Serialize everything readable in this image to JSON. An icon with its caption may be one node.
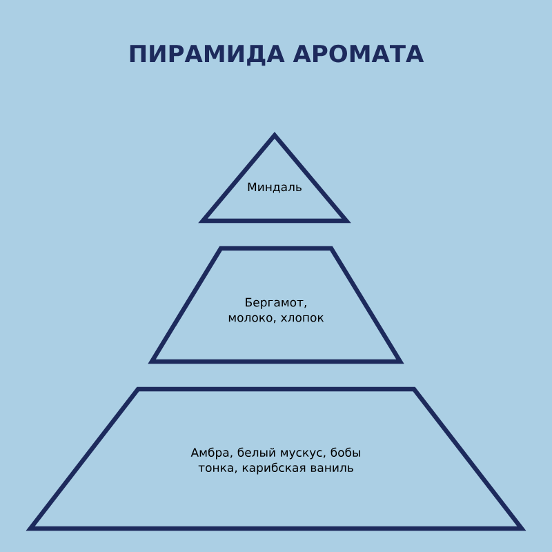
{
  "diagram": {
    "title": "ПИРАМИДА АРОМАТА",
    "nodes": [
      {
        "text": [
          "Миндаль"
        ]
      },
      {
        "text": [
          "Бергамот, молоко, хлопок"
        ]
      },
      {
        "text": [
          "Амбра, белый мускус, бобы тонка, карибская ваниль"
        ]
      }
    ]
  }
}
